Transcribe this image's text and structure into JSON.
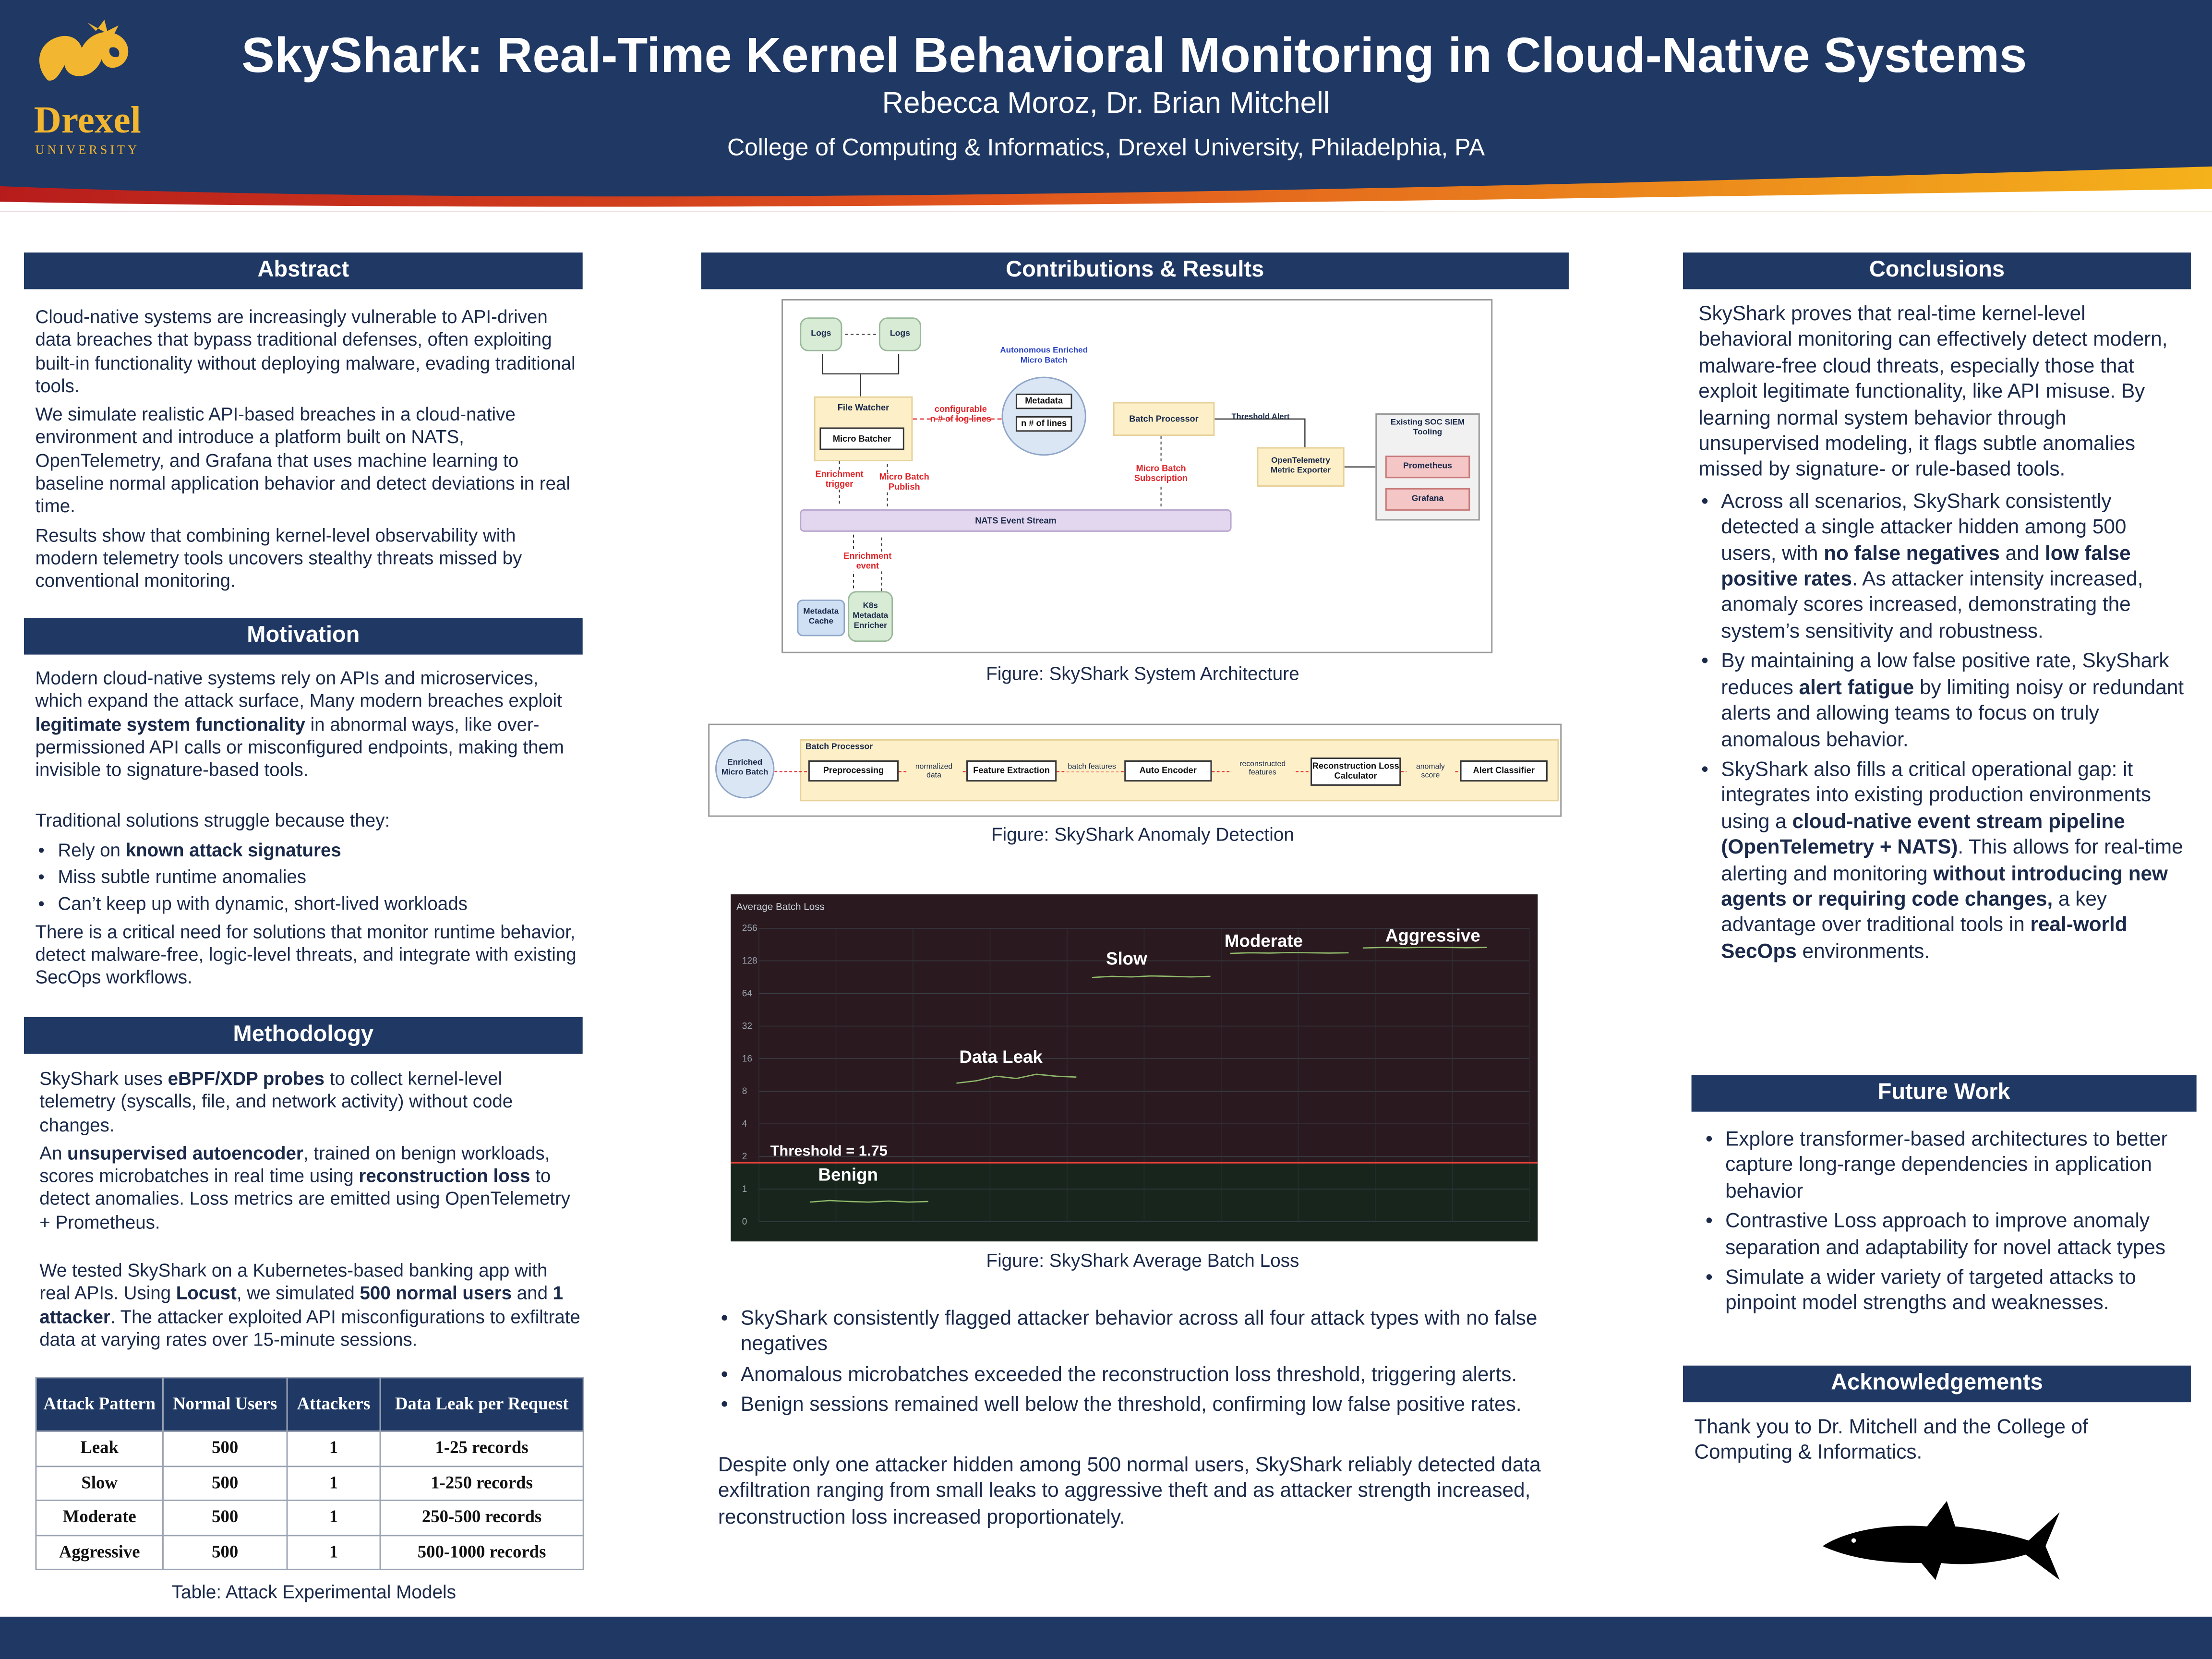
{
  "header": {
    "title": "SkyShark: Real-Time Kernel Behavioral Monitoring in Cloud-Native Systems",
    "authors": "Rebecca Moroz, Dr. Brian Mitchell",
    "affiliation": "College of Computing & Informatics, Drexel University, Philadelphia, PA",
    "logo_text": "Drexel",
    "logo_subtext": "UNIVERSITY"
  },
  "colors": {
    "navy": "#1f3864",
    "gold": "#f2b630",
    "red": "#d42a22",
    "chart_bg": "#161b22"
  },
  "abstract": {
    "heading": "Abstract",
    "p1": "Cloud-native systems are increasingly vulnerable to API-driven data breaches that bypass traditional defenses, often exploiting built-in functionality without deploying malware, evading traditional tools.",
    "p2": "We simulate realistic API-based breaches in a cloud-native environment and introduce a platform built on NATS, OpenTelemetry, and Grafana that uses machine learning to baseline normal application behavior and detect deviations in real time.",
    "p3": "Results show that combining kernel-level observability with modern telemetry tools uncovers stealthy threats missed by conventional monitoring."
  },
  "motivation": {
    "heading": "Motivation",
    "p1a": "Modern cloud-native systems rely on APIs and microservices, which expand the attack surface, Many modern breaches exploit ",
    "p1b": "legitimate system functionality",
    "p1c": " in abnormal ways, like over-permissioned API calls or misconfigured endpoints, making them invisible to signature-based tools.",
    "p2": "Traditional solutions struggle because they:",
    "b1a": "Rely on ",
    "b1b": "known attack signatures",
    "b2": "Miss subtle runtime anomalies",
    "b3": "Can’t keep up with dynamic, short-lived workloads",
    "p3": "There is a critical need for solutions that monitor runtime behavior, detect malware-free, logic-level threats, and integrate with existing SecOps workflows."
  },
  "methodology": {
    "heading": "Methodology",
    "p1a": "SkyShark uses ",
    "p1b": "eBPF/XDP probes",
    "p1c": " to collect kernel-level telemetry (syscalls, file, and network activity) without code changes.",
    "p2a": "An ",
    "p2b": "unsupervised autoencoder",
    "p2c": ", trained on benign workloads, scores microbatches in real time using ",
    "p2d": "reconstruction loss",
    "p2e": " to detect anomalies. Loss metrics are emitted using OpenTelemetry + Prometheus.",
    "p3a": "We tested SkyShark on a Kubernetes-based banking app with real APIs. Using ",
    "p3b": "Locust",
    "p3c": ", we simulated ",
    "p3d": "500 normal users",
    "p3e": " and ",
    "p3f": "1 attacker",
    "p3g": ". The attacker exploited API misconfigurations to exfiltrate data at varying rates over 15-minute sessions.",
    "table": {
      "headers": [
        "Attack Pattern",
        "Normal Users",
        "Attackers",
        "Data Leak per Request"
      ],
      "rows": [
        [
          "Leak",
          "500",
          "1",
          "1-25 records"
        ],
        [
          "Slow",
          "500",
          "1",
          "1-250 records"
        ],
        [
          "Moderate",
          "500",
          "1",
          "250-500 records"
        ],
        [
          "Aggressive",
          "500",
          "1",
          "500-1000 records"
        ]
      ]
    },
    "table_caption": "Table: Attack Experimental Models"
  },
  "contrib": {
    "heading": "Contributions & Results",
    "fig1_caption": "Figure: SkyShark System Architecture",
    "fig2_caption": "Figure: SkyShark Anomaly Detection",
    "fig3_caption": "Figure: SkyShark Average Batch Loss",
    "arch": {
      "logs1": "Logs",
      "logs2": "Logs",
      "file_watcher": "File Watcher",
      "micro_batcher": "Micro Batcher",
      "configurable": "configurable",
      "n_log_lines": "n # of log lines",
      "auto_title": "Autonomous Enriched Micro Batch",
      "metadata": "Metadata",
      "n_lines": "n # of lines",
      "batch_processor": "Batch Processor",
      "threshold_alert": "Threshold Alert",
      "existing_soc": "Existing SOC SIEM Tooling",
      "prometheus": "Prometheus",
      "grafana": "Grafana",
      "otel": "OpenTelemetry Metric Exporter",
      "micro_batch_sub": "Micro Batch Subscription",
      "enrich_trigger": "Enrichment trigger",
      "micro_batch_pub": "Micro Batch Publish",
      "nats": "NATS Event Stream",
      "enrich_event": "Enrichment event",
      "metadata_cache": "Metadata Cache",
      "k8s": "K8s Metadata Enricher"
    },
    "anom": {
      "enriched": "Enriched Micro Batch",
      "bp_label": "Batch Processor",
      "pre": "Preprocessing",
      "nd": "normalized data",
      "fe": "Feature Extraction",
      "bf": "batch features",
      "ae": "Auto Encoder",
      "rf": "reconstructed features",
      "rlc": "Reconstruction Loss Calculator",
      "as": "anomaly score",
      "ac": "Alert Classifier"
    },
    "bullets": [
      "SkyShark consistently flagged attacker behavior across all four attack types with no false negatives",
      "Anomalous microbatches exceeded the reconstruction loss threshold, triggering alerts.",
      "Benign sessions remained well below the threshold, confirming low false positive rates."
    ],
    "closing": "Despite only one attacker hidden among 500 normal users, SkyShark reliably detected data exfiltration ranging from small leaks to aggressive theft and as attacker strength increased, reconstruction loss increased proportionately."
  },
  "chart_data": {
    "type": "line",
    "title": "Average Batch Loss",
    "y_scale": "log2",
    "y_ticks": [
      0,
      1,
      2,
      4,
      8,
      16,
      32,
      64,
      128,
      256
    ],
    "threshold": 1.75,
    "threshold_label": "Threshold = 1.75",
    "series": [
      {
        "name": "Benign",
        "values": [
          0.6,
          0.65,
          0.62,
          0.6,
          0.63,
          0.6,
          0.62
        ]
      },
      {
        "name": "Data Leak",
        "values": [
          9.5,
          10,
          11,
          10.5,
          11.5,
          11,
          10.8
        ]
      },
      {
        "name": "Slow",
        "values": [
          90,
          92,
          91,
          93,
          92,
          91,
          92
        ]
      },
      {
        "name": "Moderate",
        "values": [
          150,
          152,
          151,
          153,
          152,
          151,
          152
        ]
      },
      {
        "name": "Aggressive",
        "values": [
          168,
          170,
          169,
          171,
          170,
          169,
          170
        ]
      }
    ]
  },
  "conclusions": {
    "heading": "Conclusions",
    "p1": "SkyShark proves that real-time kernel-level behavioral monitoring can effectively detect modern, malware-free cloud threats, especially those that exploit legitimate functionality, like API misuse. By learning normal system behavior through unsupervised modeling, it flags subtle anomalies missed by signature- or rule-based tools.",
    "b1a": "Across all scenarios, SkyShark consistently detected a single attacker hidden among 500 users, with ",
    "b1b": "no false negatives",
    "b1c": " and ",
    "b1d": "low false positive rates",
    "b1e": ". As attacker intensity increased, anomaly scores increased, demonstrating the system’s sensitivity and robustness.",
    "b2a": "By maintaining a low false positive rate, SkyShark reduces ",
    "b2b": "alert fatigue",
    "b2c": " by limiting noisy or redundant alerts and allowing teams to focus on truly anomalous behavior.",
    "b3a": "SkyShark also fills a critical operational gap: it integrates into existing production environments using a ",
    "b3b": "cloud-native event stream pipeline (OpenTelemetry + NATS)",
    "b3c": ". This allows for real-time alerting and monitoring ",
    "b3d": "without introducing new agents or requiring code changes,",
    "b3e": " a key advantage over traditional tools in ",
    "b3f": "real-world SecOps",
    "b3g": " environments."
  },
  "future": {
    "heading": "Future Work",
    "items": [
      "Explore transformer-based architectures to better capture long-range dependencies in application behavior",
      "Contrastive Loss approach to improve anomaly separation and adaptability for novel attack types",
      "Simulate a wider variety of targeted attacks to pinpoint model strengths and weaknesses."
    ]
  },
  "ack": {
    "heading": "Acknowledgements",
    "text": "Thank you to Dr. Mitchell and the College of Computing & Informatics."
  }
}
